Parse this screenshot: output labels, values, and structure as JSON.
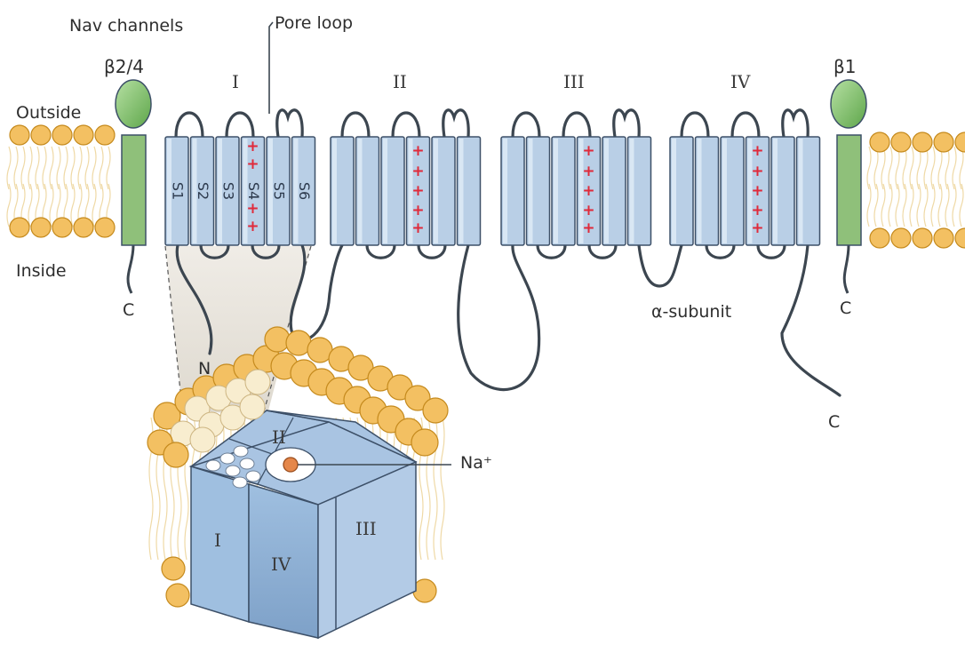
{
  "labels": {
    "title": "Nav channels",
    "pore_loop": "Pore loop",
    "beta24": "β2/4",
    "beta1": "β1",
    "outside": "Outside",
    "inside": "Inside",
    "c_left": "C",
    "c_right": "C",
    "c_alpha": "C",
    "n_term": "N",
    "alpha": "α-subunit",
    "na": "Na⁺"
  },
  "domains": [
    "I",
    "II",
    "III",
    "IV"
  ],
  "segments": [
    "S1",
    "S2",
    "S3",
    "S4",
    "S5",
    "S6"
  ],
  "cube": {
    "top": "II",
    "left": "I",
    "front": "IV",
    "right": "III"
  },
  "colors": {
    "helix": "#b9cfe6",
    "helix_stroke": "#3d5068",
    "beta_stem": "#8fc07a",
    "beta_head": "#7cbf67",
    "lipid": "#f3c062",
    "lipid_stroke": "#c58a1d",
    "plus": "#e02a3a",
    "loop": "#3c4650"
  }
}
